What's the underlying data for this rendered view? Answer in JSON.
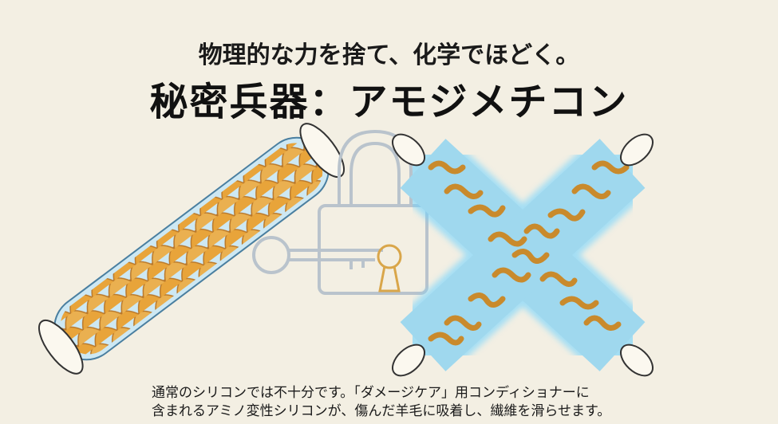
{
  "header": {
    "subtitle": "物理的な力を捨て、化学でほどく。",
    "title": "秘密兵器：アモジメチコン"
  },
  "caption": {
    "line1": "通常のシリコンでは不十分です。「ダメージケア」用コンディショナーに",
    "line2": "含まれるアミノ変性シリコンが、傷んだ羊毛に吸着し、繊維を滑らせます。"
  },
  "colors": {
    "background": "#f3efe3",
    "scale_orange": "#e6a035",
    "coating_blue": "#7fd0f0",
    "lock_gray": "#b9c3cc",
    "keyhole_gold": "#d9a64a"
  }
}
